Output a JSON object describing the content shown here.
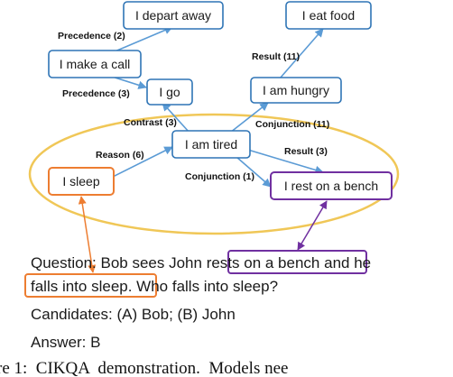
{
  "colors": {
    "node_border": "#2e74b5",
    "edge": "#5b9bd5",
    "ellipse": "#f0c757",
    "orange_highlight": "#ed7d31",
    "purple_highlight": "#7030a0"
  },
  "nodes": {
    "depart": "I depart away",
    "call": "I make a call",
    "go": "I go",
    "hungry": "I am hungry",
    "food": "I eat food",
    "tired": "I am tired",
    "sleep": "I sleep",
    "bench": "I rest on a bench"
  },
  "edges": {
    "precedence2": "Precedence (2)",
    "precedence3": "Precedence (3)",
    "result11": "Result (11)",
    "contrast3": "Contrast (3)",
    "conjunction11": "Conjunction (11)",
    "reason6": "Reason (6)",
    "result3": "Result (3)",
    "conjunction1": "Conjunction (1)"
  },
  "question": {
    "line1_prefix": "Question: Bob sees John ",
    "line1_highlight": "rests on a bench",
    "line1_suffix": " and he",
    "line2_highlight": "falls into sleep.",
    "line2_suffix": " Who falls into sleep?"
  },
  "candidates": "Candidates: (A) Bob; (B) John",
  "answer": "Answer: B",
  "caption_fragment": "re 1:  CIKQA  demonstration.  Models nee"
}
